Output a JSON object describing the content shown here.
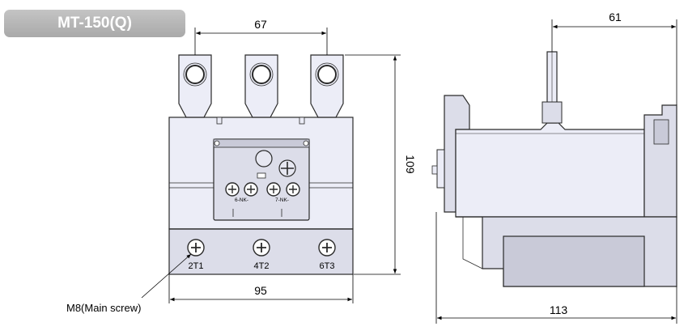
{
  "model_label": "MT-150(Q)",
  "front_view": {
    "dim_top": "67",
    "dim_height": "109",
    "dim_bottom": "95",
    "terminals": [
      "2T1",
      "4T2",
      "6T3"
    ],
    "contact_labels": [
      "6-NK-",
      "7-NK-"
    ],
    "screw_callout": "M8(Main screw)"
  },
  "side_view": {
    "dim_top": "61",
    "dim_bottom": "113"
  },
  "colors": {
    "body_light": "#ecedf7",
    "body_shade": "#dcdde9",
    "panel_dark": "#c9cad8",
    "outline": "#2a2a2a",
    "badge": "#b5b5b5"
  }
}
